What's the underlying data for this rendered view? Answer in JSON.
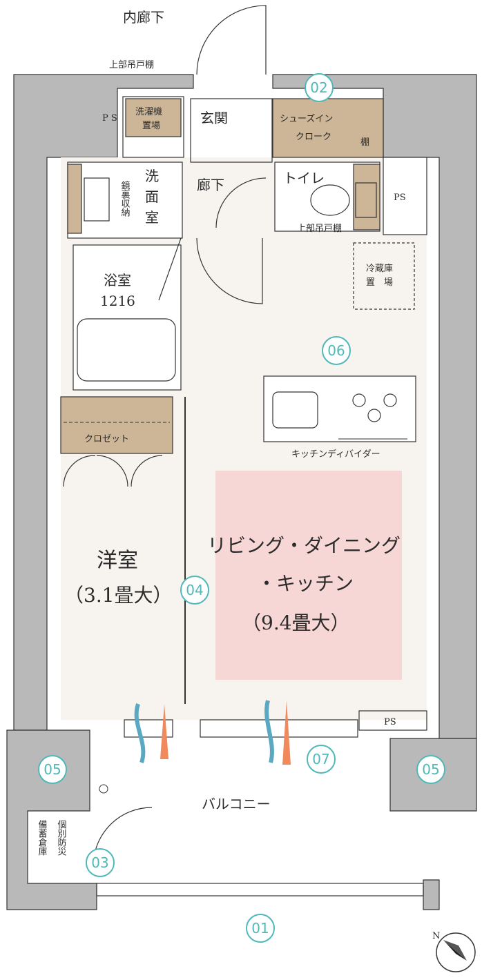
{
  "labels": {
    "inner_corridor": "内廊下",
    "upper_cabinet_1": "上部吊戸棚",
    "ps_left": "P S",
    "washer_1": "洗濯機",
    "washer_2": "置場",
    "entrance": "玄関",
    "shoes_1": "シューズイン",
    "shoes_2": "クローク",
    "shelf": "棚",
    "washroom_1": "洗",
    "washroom_2": "面",
    "washroom_3": "室",
    "mirror_storage": "鏡裏収納",
    "hallway": "廊下",
    "toilet": "トイレ",
    "ps_right": "PS",
    "upper_cabinet_2": "上部吊戸棚",
    "bath_1": "浴室",
    "bath_2": "1216",
    "fridge_1": "冷蔵庫",
    "fridge_2": "置　場",
    "closet": "クロゼット",
    "kitchen_divider": "キッチンディバイダー",
    "western_1": "洋室",
    "western_2": "（3.1畳大）",
    "ldk_1": "リビング・ダイニング",
    "ldk_2": "・キッチン",
    "ldk_3": "（9.4畳大）",
    "ps_lower": "PS",
    "balcony": "バルコニー",
    "storage_right": "個別防災",
    "storage_left": "備蓄倉庫",
    "north": "N"
  },
  "badges": [
    "01",
    "02",
    "03",
    "04",
    "05",
    "05",
    "06",
    "07"
  ],
  "colors": {
    "wall": "#b9b9b9",
    "floor": "#f7f3ee",
    "tan": "#cdb597",
    "ldk_highlight": "#f7d7d6",
    "badge": "#4fb8b8",
    "airflow_blue": "#5aa8c2",
    "airflow_orange": "#f08a5d"
  }
}
